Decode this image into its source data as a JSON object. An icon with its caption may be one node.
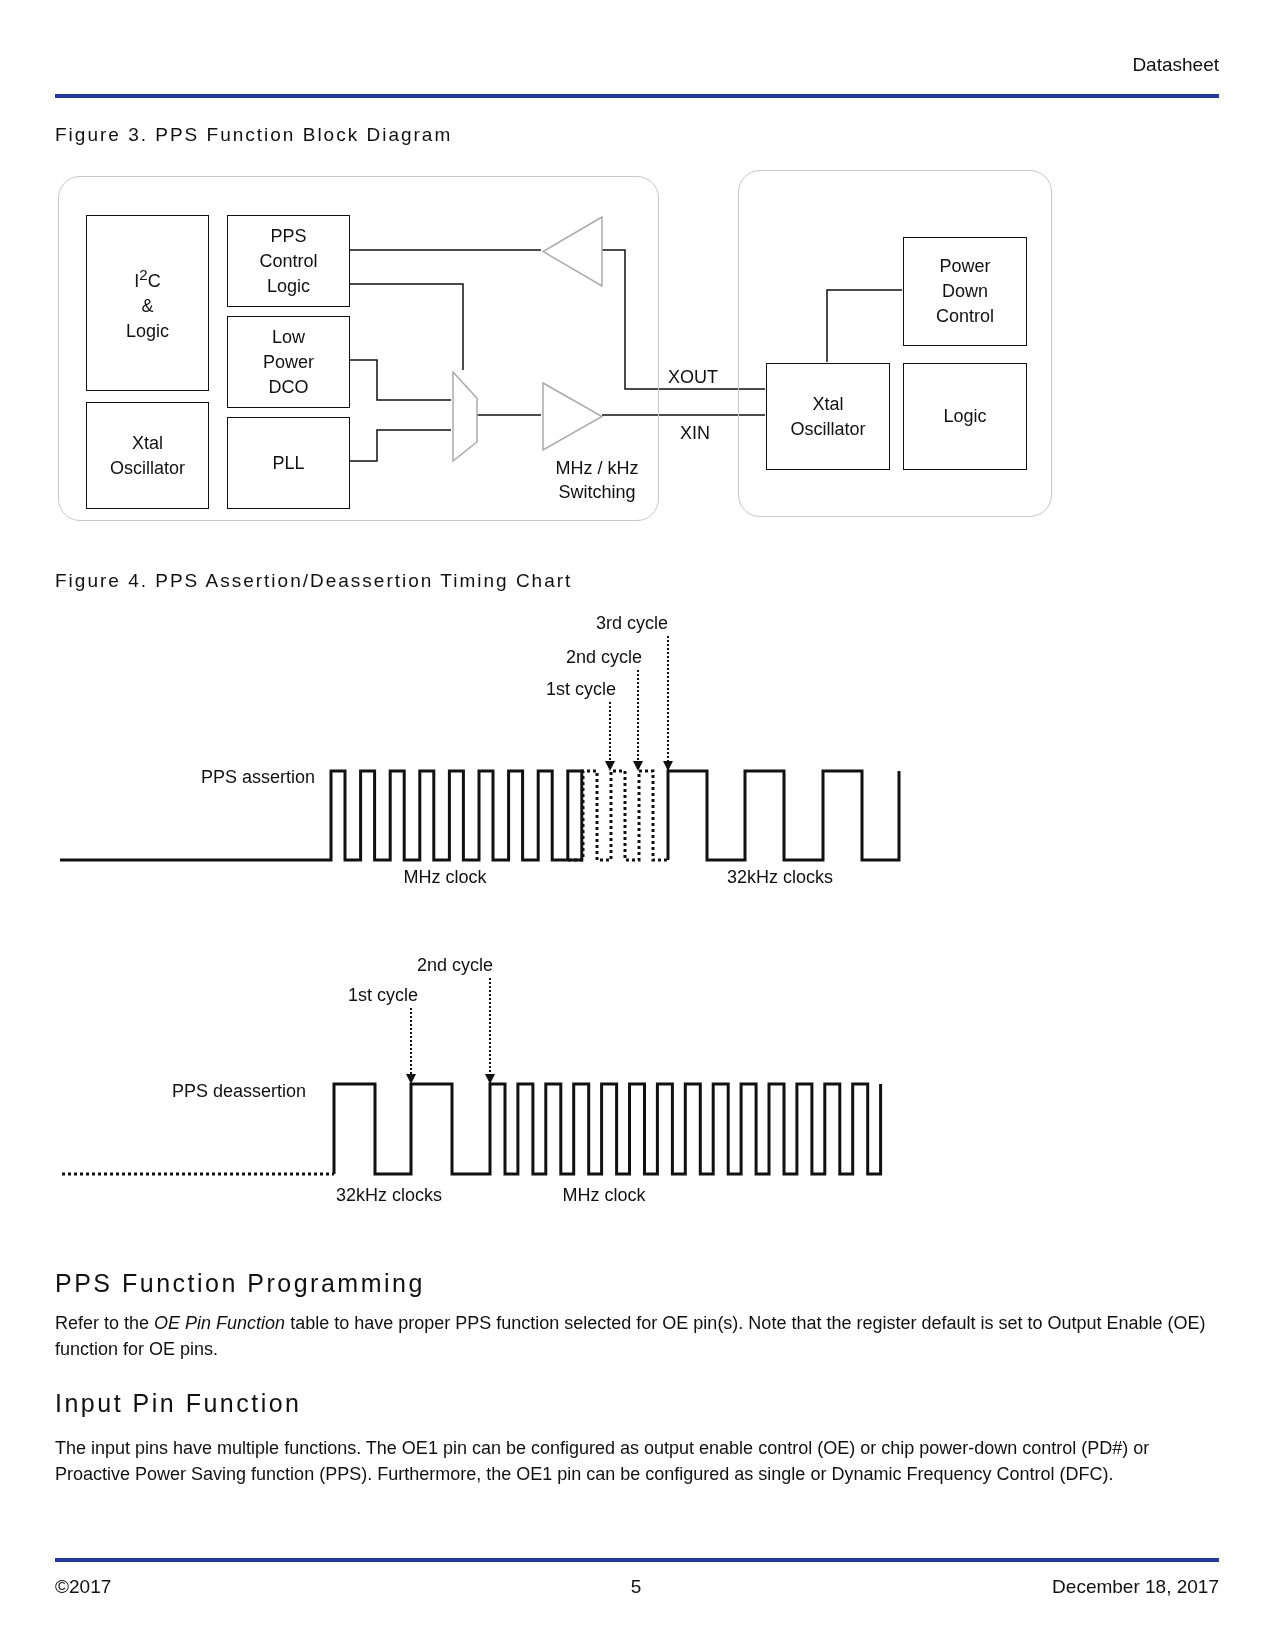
{
  "diagram": {
    "nodes": [
      {
        "text": [],
        "shape": "box"
      },
      {
        "text": [
          "I$^{2}$C & Logic"
        ],
        "in": 0
      },
      {
        "text": [
          "PPS Control Logic"
        ],
        "in": 0
      },
      {
        "text": [
          "Low Power DCO"
        ],
        "in": 0
      },
      {
        "text": [
          "Xtal Oscillator"
        ],
        "in": 0
      },
      {
        "text": [
          "PLL"
        ],
        "in": 0
      },
      {
        "text": [],
        "shape": "trapezoid",
        "in": 0
      },
      {
        "text": [],
        "shape": "triangle",
        "in": 0
      },
      {
        "text": [],
        "shape": "triangle",
        "in": 0,
        "beside": [
          "MHz / kHz Switching"
        ]
      },
      {
        "text": [],
        "shape": "box"
      },
      {
        "text": [
          "Power Down Control"
        ],
        "in": 9
      },
      {
        "text": [
          "Xtal Oscillator"
        ],
        "in": 9
      },
      {
        "text": [
          "Logic"
        ],
        "in": 9
      },
      {
        "text": [
          "3rd cycle"
        ]
      },
      {
        "text": [
          "2nd cycle"
        ]
      },
      {
        "text": [
          "1st cycle"
        ]
      },
      {
        "text": [
          "2nd cycle"
        ]
      },
      {
        "text": [
          "1st cycle"
        ]
      },
      {
        "text": [],
        "shape": "waveform"
      },
      {
        "text": [],
        "shape": "waveform"
      }
    ],
    "edges": [
      {
        "from": 7,
        "to": 2,
        "arrow": "none"
      },
      {
        "from": 2,
        "to": 6,
        "arrow": "none"
      },
      {
        "from": 3,
        "to": 6,
        "arrow": "none"
      },
      {
        "from": 5,
        "to": 6,
        "arrow": "none"
      },
      {
        "from": 6,
        "to": 8,
        "arrow": "none"
      },
      {
        "from": 8,
        "to": 11,
        "arrow": "none",
        "label": "XIN"
      },
      {
        "from": 7,
        "to": 11,
        "arrow": "none",
        "label": "XOUT"
      },
      {
        "from": 10,
        "to": 11,
        "arrow": "none"
      },
      {
        "from": 13,
        "to": 18,
        "arrow": "to",
        "style": "dashed"
      },
      {
        "from": 14,
        "to": 18,
        "arrow": "to",
        "style": "dashed"
      },
      {
        "from": 15,
        "to": 18,
        "arrow": "to",
        "style": "dashed"
      },
      {
        "from": 16,
        "to": 19,
        "arrow": "to",
        "style": "dashed"
      },
      {
        "from": 17,
        "to": 19,
        "arrow": "to",
        "style": "dashed"
      }
    ],
    "labels": [
      "Datasheet",
      "Figure 3. PPS Function Block Diagram",
      "Figure 4. PPS Assertion/Deassertion Timing Chart",
      "PPS assertion",
      "MHz clock",
      "32kHz clocks",
      "PPS deassertion",
      "32kHz clocks",
      "MHz clock",
      "PPS Function Programming",
      "Refer to the *OE Pin Function* table to have proper PPS function selected for OE pin(s). Note that the register default is set to Output Enable (OE) function for OE pins.",
      "Input Pin Function",
      "The input pins have multiple functions. The OE1 pin can be configured as output enable control (OE) or chip power-down control (PD#) or Proactive Power Saving function (PPS). Furthermore, the OE1 pin can be configured as single or Dynamic Frequency Control (DFC).",
      "©2017",
      "5",
      "December 18, 2017"
    ]
  }
}
